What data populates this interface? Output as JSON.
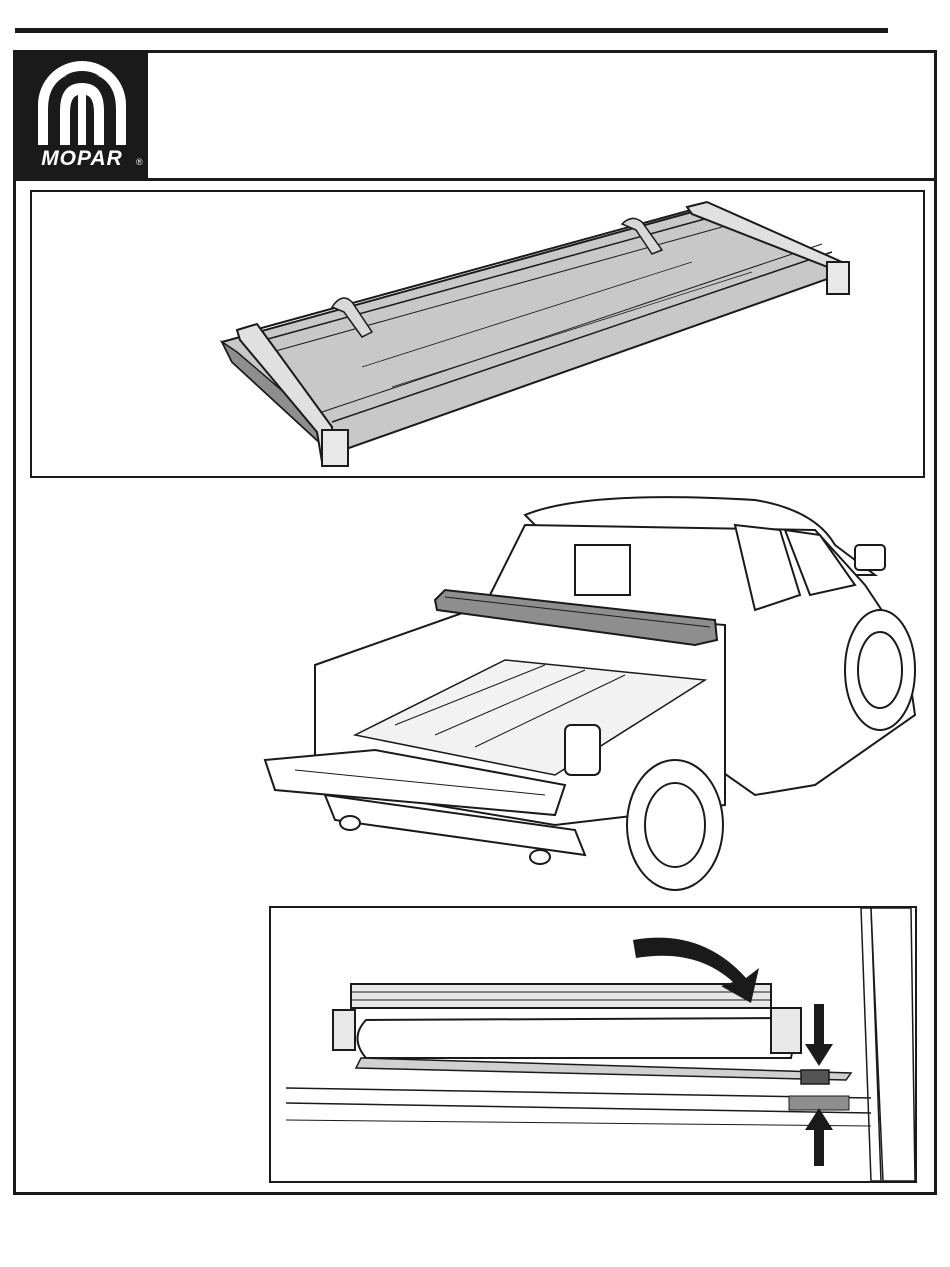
{
  "logo": {
    "text": "MOPAR",
    "registered": "®",
    "icon": "mopar-m-emblem-icon"
  },
  "colors": {
    "ink": "#1a1a1a",
    "cover_fill": "#c8c8c8",
    "cover_dark": "#8e8e8e",
    "background": "#ffffff"
  },
  "illustrations": [
    {
      "name": "folded-tonneau-cover",
      "icon": "tonneau-cover-illustration"
    },
    {
      "name": "pickup-truck-with-cover",
      "icon": "truck-illustration"
    },
    {
      "name": "cover-rail-detail",
      "icon": "rail-detail-illustration"
    }
  ]
}
